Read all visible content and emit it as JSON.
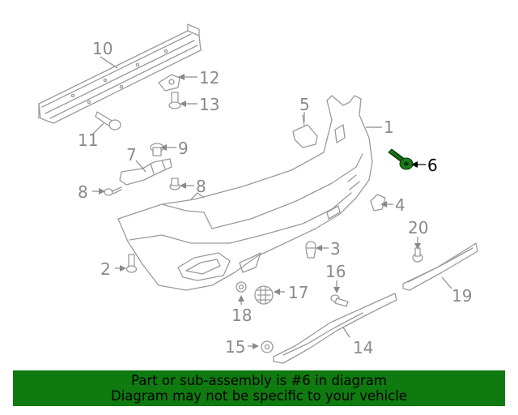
{
  "highlight_color": "#1b7a1b",
  "banner_color": "#0f7a0f",
  "callouts": {
    "c1": "1",
    "c2": "2",
    "c3": "3",
    "c4": "4",
    "c5": "5",
    "c6": "6",
    "c7": "7",
    "c8a": "8",
    "c8b": "8",
    "c9": "9",
    "c10": "10",
    "c11": "11",
    "c12": "12",
    "c13": "13",
    "c14": "14",
    "c15": "15",
    "c16": "16",
    "c17": "17",
    "c18": "18",
    "c19": "19",
    "c20": "20"
  },
  "banner": {
    "line1": "Part or sub-assembly is #6 in diagram",
    "line2": "Diagram may not be specific to your vehicle"
  }
}
